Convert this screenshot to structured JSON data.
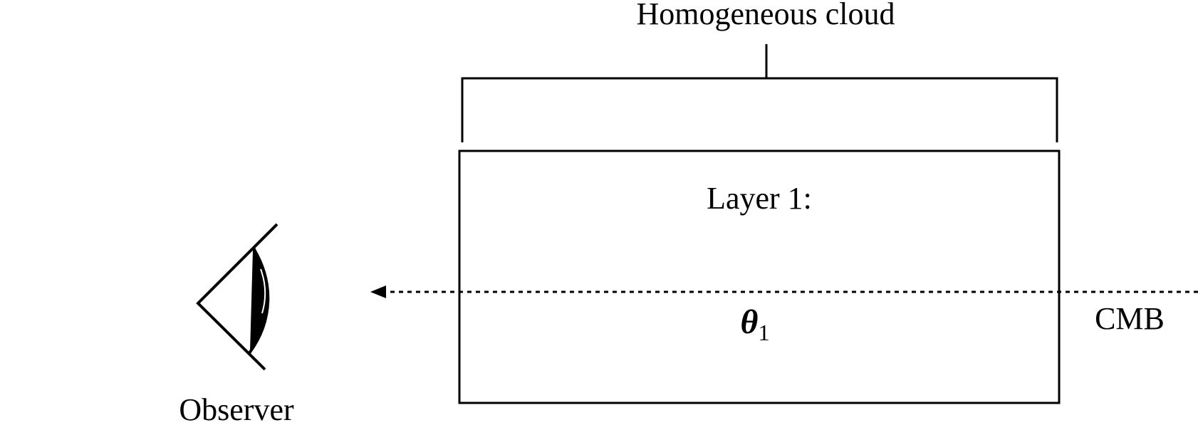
{
  "diagram": {
    "cloud_label": "Homogeneous cloud",
    "layer_label": "Layer 1:",
    "layer_symbol": "θ",
    "layer_subscript": "1",
    "source_label": "CMB",
    "observer_label": "Observer"
  },
  "colors": {
    "ink": "#000000",
    "background": "#ffffff"
  }
}
